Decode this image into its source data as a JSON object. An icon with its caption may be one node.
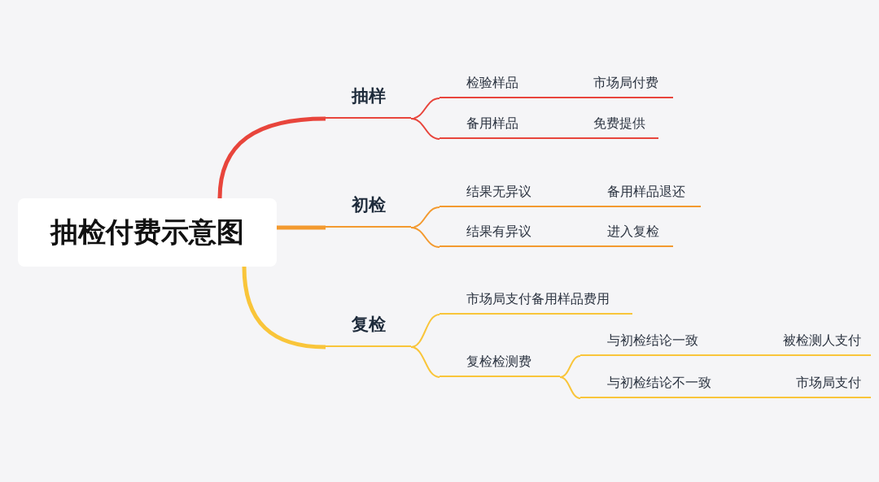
{
  "diagram": {
    "nodes": [
      {
        "text": [
          "抽检付费示意图"
        ]
      },
      {
        "text": [
          "抽样"
        ]
      },
      {
        "text": [
          "检验样品",
          "市场局付费"
        ]
      },
      {
        "text": [
          "备用样品",
          "免费提供"
        ]
      },
      {
        "text": [
          "初检"
        ]
      },
      {
        "text": [
          "结果无异议",
          "备用样品退还"
        ]
      },
      {
        "text": [
          "结果有异议",
          "进入复检"
        ]
      },
      {
        "text": [
          "复检"
        ]
      },
      {
        "text": [
          "市场局支付备用样品费用"
        ]
      },
      {
        "text": [
          "复检检测费"
        ]
      },
      {
        "text": [
          "与初检结论一致",
          "被检测人支付"
        ]
      },
      {
        "text": [
          "与初检结论不一致",
          "市场局支付"
        ]
      }
    ],
    "edges": [
      {
        "from": 0,
        "to": 1,
        "arrow": "none",
        "style": "thick",
        "color": "#e8453c"
      },
      {
        "from": 1,
        "to": 2,
        "arrow": "none",
        "color": "#e8453c"
      },
      {
        "from": 1,
        "to": 3,
        "arrow": "none",
        "color": "#e8453c"
      },
      {
        "from": 0,
        "to": 4,
        "arrow": "none",
        "style": "thick",
        "color": "#f39a2f"
      },
      {
        "from": 4,
        "to": 5,
        "arrow": "none",
        "color": "#f39a2f"
      },
      {
        "from": 4,
        "to": 6,
        "arrow": "none",
        "color": "#f39a2f"
      },
      {
        "from": 0,
        "to": 7,
        "arrow": "none",
        "style": "thick"
      },
      {
        "from": 7,
        "to": 8,
        "arrow": "none"
      },
      {
        "from": 7,
        "to": 9,
        "arrow": "none"
      },
      {
        "from": 9,
        "to": 10,
        "arrow": "none"
      },
      {
        "from": 9,
        "to": 11,
        "arrow": "none"
      }
    ]
  }
}
